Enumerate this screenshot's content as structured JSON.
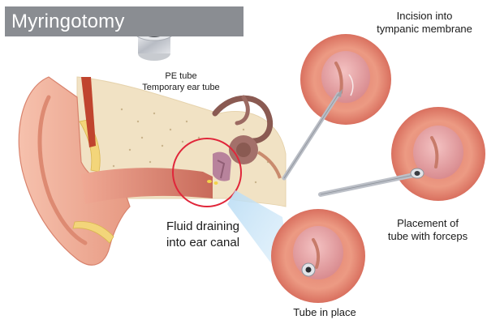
{
  "title": "Myringotomy",
  "labels": {
    "pe_tube": "PE tube",
    "temporary_ear_tube": "Temporary ear tube",
    "incision_line1": "Incision into",
    "incision_line2": "tympanic membrane",
    "placement_line1": "Placement of",
    "placement_line2": "tube with forceps",
    "fluid_line1": "Fluid draining",
    "fluid_line2": "into ear canal",
    "tube_in_place": "Tube in place"
  },
  "colors": {
    "title_bar": "#8a8d92",
    "skin": "#f2b09c",
    "skin_dark": "#e58f79",
    "eardrum": "#e9a6a6",
    "bone": "#f1e2c4",
    "highlight_circle": "#e0263a",
    "instrument": "#c9ccd2",
    "tube": "#d6d8dc"
  }
}
